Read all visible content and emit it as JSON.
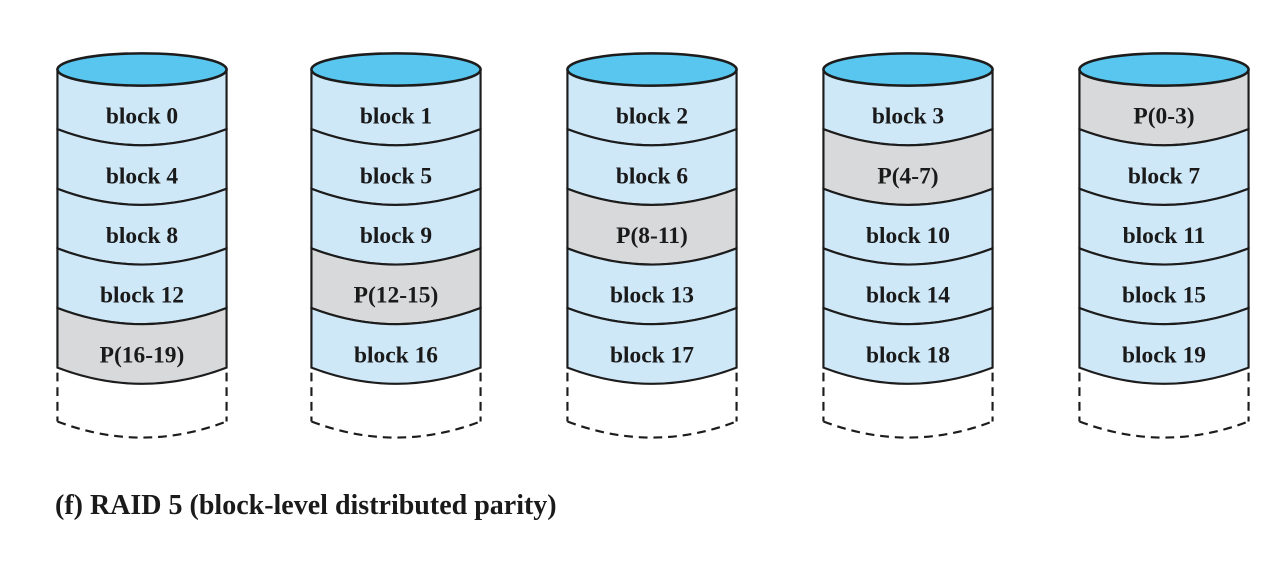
{
  "caption": "(f) RAID 5 (block-level distributed parity)",
  "colors": {
    "background": "#ffffff",
    "disk_top": "#58c6ee",
    "data_band": "#cfe8f8",
    "parity_band": "#d8d9da",
    "outline": "#1c1c1c",
    "text": "#1a1a1a"
  },
  "disks": [
    {
      "rows": [
        {
          "label": "block 0",
          "parity": false
        },
        {
          "label": "block 4",
          "parity": false
        },
        {
          "label": "block 8",
          "parity": false
        },
        {
          "label": "block 12",
          "parity": false
        },
        {
          "label": "P(16-19)",
          "parity": true
        }
      ]
    },
    {
      "rows": [
        {
          "label": "block 1",
          "parity": false
        },
        {
          "label": "block 5",
          "parity": false
        },
        {
          "label": "block 9",
          "parity": false
        },
        {
          "label": "P(12-15)",
          "parity": true
        },
        {
          "label": "block 16",
          "parity": false
        }
      ]
    },
    {
      "rows": [
        {
          "label": "block 2",
          "parity": false
        },
        {
          "label": "block 6",
          "parity": false
        },
        {
          "label": "P(8-11)",
          "parity": true
        },
        {
          "label": "block 13",
          "parity": false
        },
        {
          "label": "block 17",
          "parity": false
        }
      ]
    },
    {
      "rows": [
        {
          "label": "block 3",
          "parity": false
        },
        {
          "label": "P(4-7)",
          "parity": true
        },
        {
          "label": "block 10",
          "parity": false
        },
        {
          "label": "block 14",
          "parity": false
        },
        {
          "label": "block 18",
          "parity": false
        }
      ]
    },
    {
      "rows": [
        {
          "label": "P(0-3)",
          "parity": true
        },
        {
          "label": "block 7",
          "parity": false
        },
        {
          "label": "block 11",
          "parity": false
        },
        {
          "label": "block 15",
          "parity": false
        },
        {
          "label": "block 19",
          "parity": false
        }
      ]
    }
  ]
}
